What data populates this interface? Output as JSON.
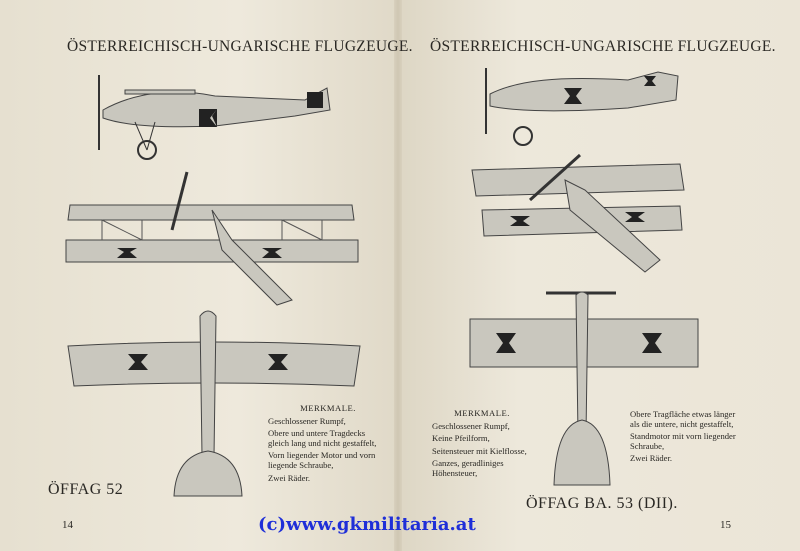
{
  "left_page": {
    "heading": "ÖSTERREICHISCH-UNGARISCHE FLUGZEUGE.",
    "caption": "ÖFFAG 52",
    "page_number": "14",
    "features": {
      "title": "MERKMALE.",
      "items": [
        "Geschlossener Rumpf,",
        "Obere und untere Tragdecks gleich lang und nicht gestaffelt,",
        "Vorn liegender Motor und vorn liegende Schraube,",
        "Zwei Räder."
      ]
    }
  },
  "right_page": {
    "heading": "ÖSTERREICHISCH-UNGARISCHE FLUGZEUGE.",
    "caption": "ÖFFAG BA. 53 (DII).",
    "page_number": "15",
    "features": {
      "title": "MERKMALE.",
      "items_left": [
        "Geschlossener Rumpf,",
        "Keine Pfeilform,",
        "Seitensteuer mit Kielflosse,",
        "Ganzes, geradliniges Höhensteuer,"
      ],
      "items_right": [
        "Obere Tragfläche etwas länger als die untere, nicht gestaffelt,",
        "Standmotor mit vorn liegender Schraube,",
        "Zwei Räder."
      ]
    }
  },
  "watermark": "(c)www.gkmilitaria.at",
  "colors": {
    "paper": "#ece6d8",
    "aircraft": "#c9c7be",
    "watermark": "#1f2fd8"
  }
}
